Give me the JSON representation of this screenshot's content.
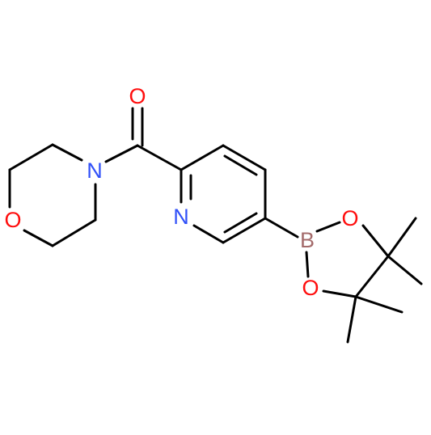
{
  "molecule": {
    "atom_labels": {
      "carbonyl_oxygen": "O",
      "morpholine_nitrogen": "N",
      "morpholine_oxygen": "O",
      "pyridine_nitrogen": "N",
      "boron": "B",
      "dioxaborolane_oxygen_top": "O",
      "dioxaborolane_oxygen_bottom": "O"
    },
    "colors": {
      "bond": "#000000",
      "oxygen": "#ff0d0d",
      "nitrogen": "#3050f8",
      "boron": "#a46b6b"
    }
  }
}
